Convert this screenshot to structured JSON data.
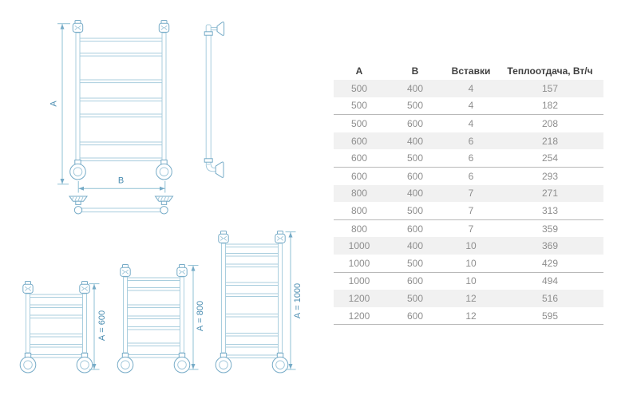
{
  "diagram": {
    "front_view": {
      "dim_vertical": "А",
      "dim_horizontal": "В"
    },
    "variants": [
      {
        "label": "А = 600"
      },
      {
        "label": "А = 800"
      },
      {
        "label": "А = 1000"
      }
    ]
  },
  "table": {
    "columns": [
      "А",
      "В",
      "Вставки",
      "Теплоотдача, Вт/ч"
    ],
    "rows": [
      [
        500,
        400,
        4,
        157
      ],
      [
        500,
        500,
        4,
        182
      ],
      [
        500,
        600,
        4,
        208
      ],
      [
        600,
        400,
        6,
        218
      ],
      [
        600,
        500,
        6,
        254
      ],
      [
        600,
        600,
        6,
        293
      ],
      [
        800,
        400,
        7,
        271
      ],
      [
        800,
        500,
        7,
        313
      ],
      [
        800,
        600,
        7,
        359
      ],
      [
        1000,
        400,
        10,
        369
      ],
      [
        1000,
        500,
        10,
        429
      ],
      [
        1000,
        600,
        10,
        494
      ],
      [
        1200,
        500,
        12,
        516
      ],
      [
        1200,
        600,
        12,
        595
      ]
    ]
  },
  "colors": {
    "drawing_line_light": "#a9cede",
    "drawing_line_dark": "#76abc7",
    "dimension_text": "#4a8db1",
    "table_header_text": "#3f3f3f",
    "table_body_text": "#8e8e8e",
    "table_stripe": "#f1f1f1",
    "table_rule": "#b9b9b9"
  }
}
